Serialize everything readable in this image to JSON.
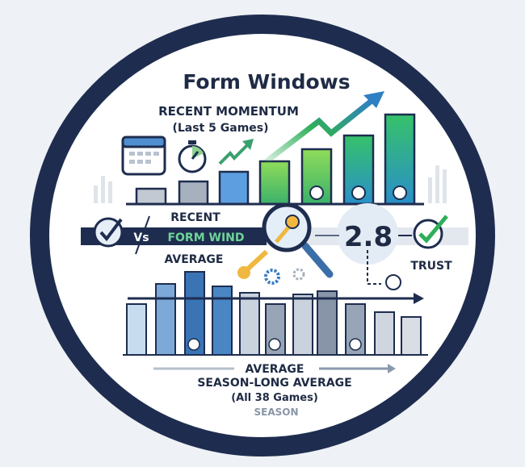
{
  "title": "Form Windows",
  "recent": {
    "heading": "RECENT MOMENTUM",
    "subheading": "(Last 5 Games)"
  },
  "middle": {
    "recent_label": "RECENT",
    "vs_label": "Vs",
    "form_window_label": "FORM WIND",
    "average_label": "AVERAGE",
    "value": "2.8",
    "trust_label": "TRUST"
  },
  "season": {
    "average_label": "AVERAGE",
    "heading": "SEASON-LONG AVERAGE",
    "subheading": "(All 38 Games)",
    "footer": "SEASON"
  },
  "colors": {
    "ring": "#1e2d4f",
    "accent_green": "#2fae5a",
    "accent_blue": "#3a7cc0",
    "text": "#1f2b45"
  },
  "icons": [
    "calendar-icon",
    "stopwatch-icon",
    "trend-arrow-icon",
    "soccer-ball-icon",
    "check-circle-icon",
    "magnifier-icon",
    "key-icon",
    "gear-icon"
  ]
}
